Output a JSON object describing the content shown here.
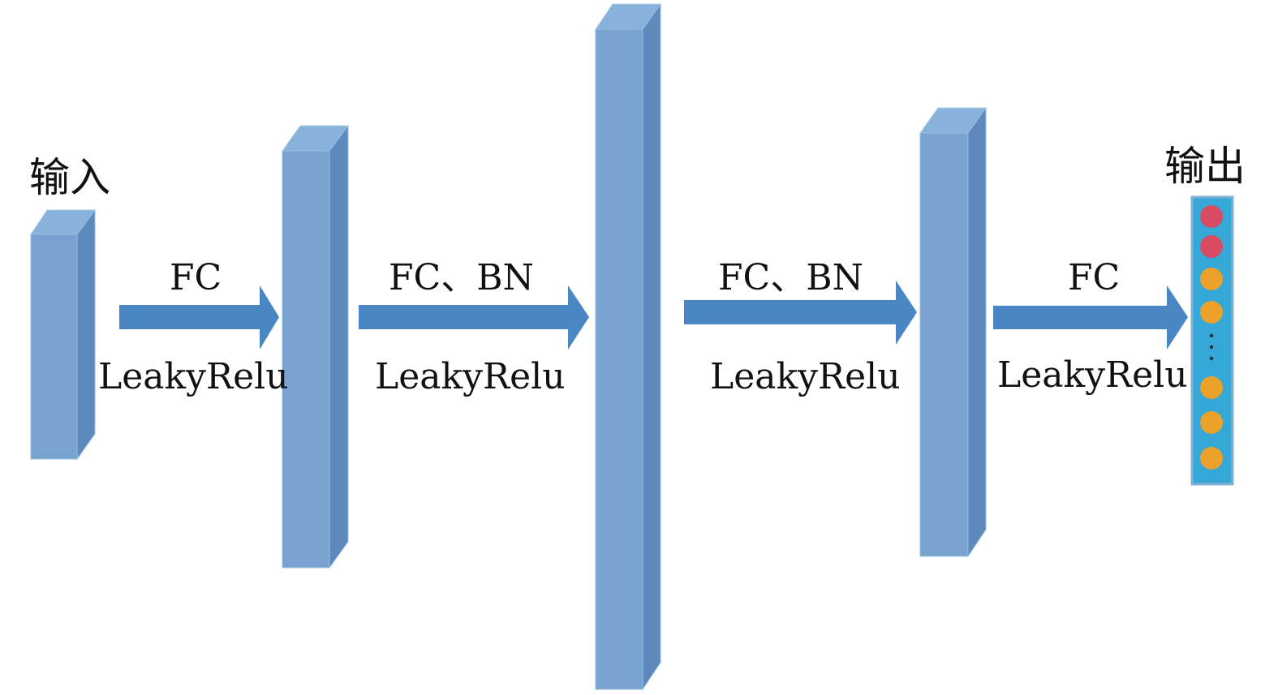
{
  "labels": {
    "input": "输入",
    "output": "输出",
    "conn1_top": "FC",
    "conn1_bottom": "LeakyRelu",
    "conn2_top": "FC、BN",
    "conn2_bottom": "LeakyRelu",
    "conn3_top": "FC、BN",
    "conn3_bottom": "LeakyRelu",
    "conn4_top": "FC",
    "conn4_bottom": "LeakyRelu"
  },
  "colors": {
    "layer_front": "#78a3d0",
    "layer_side": "#5e89bc",
    "layer_top": "#88b2db",
    "arrow": "#4a86c4",
    "output_bg": "#35a8d8",
    "output_border": "#7fb0d5",
    "node_red": "#d84b62",
    "node_orange": "#eca12a",
    "text": "#111111"
  },
  "output_nodes": {
    "top_colors": [
      "node_red",
      "node_red",
      "node_orange",
      "node_orange"
    ],
    "bottom_colors": [
      "node_orange",
      "node_orange",
      "node_orange"
    ]
  }
}
